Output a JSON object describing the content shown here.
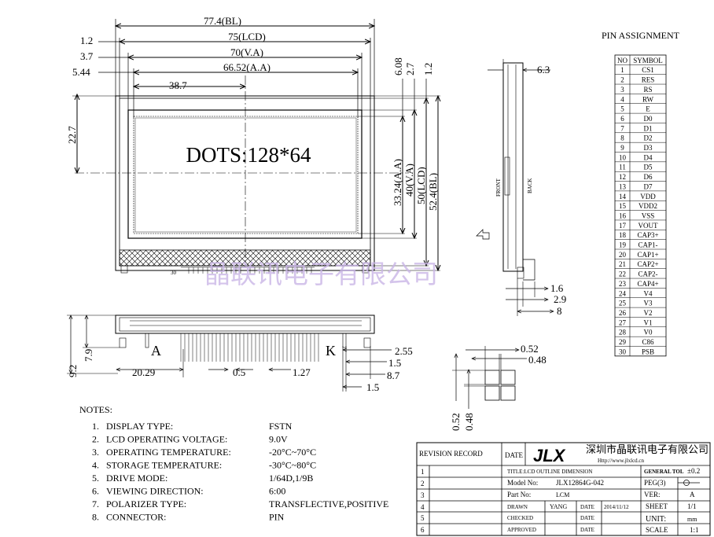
{
  "front_view": {
    "dims": {
      "bl_width": "77.4(BL)",
      "lcd_width": "75(LCD)",
      "va_width": "70(V.A)",
      "aa_width": "66.52(A.A)",
      "left_1_2": "1.2",
      "left_3_7": "3.7",
      "left_5_44": "5.44",
      "center_38_7": "38.7",
      "center_22_7": "22.7",
      "top_6_08": "6.08",
      "top_2_7": "2.7",
      "top_1_2": "1.2",
      "aa_height": "33.24(A.A)",
      "va_height": "40(V.A)",
      "lcd_height": "50(LCD)",
      "bl_height": "52.4(BL)"
    },
    "dots_label": "DOTS:128*64",
    "pin_label_30": "30",
    "watermark": "晶联讯电子有限公司"
  },
  "side_view": {
    "dim_6_3": "6.3",
    "front_label": "FRONT",
    "back_label": "BACK",
    "dim_1_6": "1.6",
    "dim_2_9": "2.9",
    "dim_8": "8"
  },
  "bottom_view": {
    "label_a": "A",
    "label_k": "K",
    "dim_9_2": "9.2",
    "dim_7_9": "7.9",
    "dim_20_29": "20.29",
    "dim_0_5": "0.5",
    "dim_1_27": "1.27",
    "dim_2_55": "2.55",
    "dim_1_5a": "1.5",
    "dim_8_7": "8.7",
    "dim_1_5b": "1.5"
  },
  "pixel_detail": {
    "dim_0_52_top": "0.52",
    "dim_0_48_top": "0.48",
    "dim_0_52_left": "0.52",
    "dim_0_48_left": "0.48"
  },
  "pin_assignment": {
    "title": "PIN ASSIGNMENT",
    "header_no": "NO",
    "header_symbol": "SYMBOL",
    "rows": [
      [
        "1",
        "CS1"
      ],
      [
        "2",
        "RES"
      ],
      [
        "3",
        "RS"
      ],
      [
        "4",
        "RW"
      ],
      [
        "5",
        "E"
      ],
      [
        "6",
        "D0"
      ],
      [
        "7",
        "D1"
      ],
      [
        "8",
        "D2"
      ],
      [
        "9",
        "D3"
      ],
      [
        "10",
        "D4"
      ],
      [
        "11",
        "D5"
      ],
      [
        "12",
        "D6"
      ],
      [
        "13",
        "D7"
      ],
      [
        "14",
        "VDD"
      ],
      [
        "15",
        "VDD2"
      ],
      [
        "16",
        "VSS"
      ],
      [
        "17",
        "VOUT"
      ],
      [
        "18",
        "CAP3+"
      ],
      [
        "19",
        "CAP1-"
      ],
      [
        "20",
        "CAP1+"
      ],
      [
        "21",
        "CAP2+"
      ],
      [
        "22",
        "CAP2-"
      ],
      [
        "23",
        "CAP4+"
      ],
      [
        "24",
        "V4"
      ],
      [
        "25",
        "V3"
      ],
      [
        "26",
        "V2"
      ],
      [
        "27",
        "V1"
      ],
      [
        "28",
        "V0"
      ],
      [
        "29",
        "C86"
      ],
      [
        "30",
        "PSB"
      ]
    ]
  },
  "notes": {
    "title": "NOTES:",
    "items": [
      {
        "num": "1.",
        "label": "DISPLAY TYPE:",
        "value": "FSTN"
      },
      {
        "num": "2.",
        "label": "LCD OPERATING VOLTAGE:",
        "value": "9.0V"
      },
      {
        "num": "3.",
        "label": "OPERATING TEMPERATURE:",
        "value": "-20°C~70°C"
      },
      {
        "num": "4.",
        "label": "STORAGE TEMPERATURE:",
        "value": "-30°C~80°C"
      },
      {
        "num": "5.",
        "label": "DRIVE MODE:",
        "value": "1/64D,1/9B"
      },
      {
        "num": "6.",
        "label": "VIEWING DIRECTION:",
        "value": "6:00"
      },
      {
        "num": "7.",
        "label": "POLARIZER TYPE:",
        "value": "TRANSFLECTIVE,POSITIVE"
      },
      {
        "num": "8.",
        "label": "CONNECTOR:",
        "value": "PIN"
      }
    ]
  },
  "title_block": {
    "revision_record": "REVISION RECORD",
    "date_header": "DATE",
    "logo": "JLX",
    "company": "深圳市晶联讯电子有限公司",
    "url": "Http://www.jlxlcd.cn",
    "row_numbers": [
      "1",
      "2",
      "3",
      "4",
      "5",
      "6"
    ],
    "title_line": "TITLE:LCD OUTLINE DIMENSION",
    "general_tol_label": "GENERAL TOL",
    "general_tol_value": "±0.2",
    "model_label": "Model No:",
    "model_value": "JLX12864G-042",
    "peg": "PEG(3)",
    "part_label": "Part No:",
    "part_value": "LCM",
    "ver_label": "VER:",
    "ver_value": "A",
    "drawn_label": "DRAWN",
    "drawn_value": "YANG",
    "date_label1": "DATE",
    "date_value1": "2014/11/12",
    "sheet_label": "SHEET",
    "sheet_value": "1/1",
    "checked_label": "CHECKED",
    "date_label2": "DATE",
    "unit_label": "UNIT:",
    "unit_value": "mm",
    "approved_label": "APPROVED",
    "date_label3": "DATE",
    "scale_label": "SCALE",
    "scale_value": "1:1"
  }
}
